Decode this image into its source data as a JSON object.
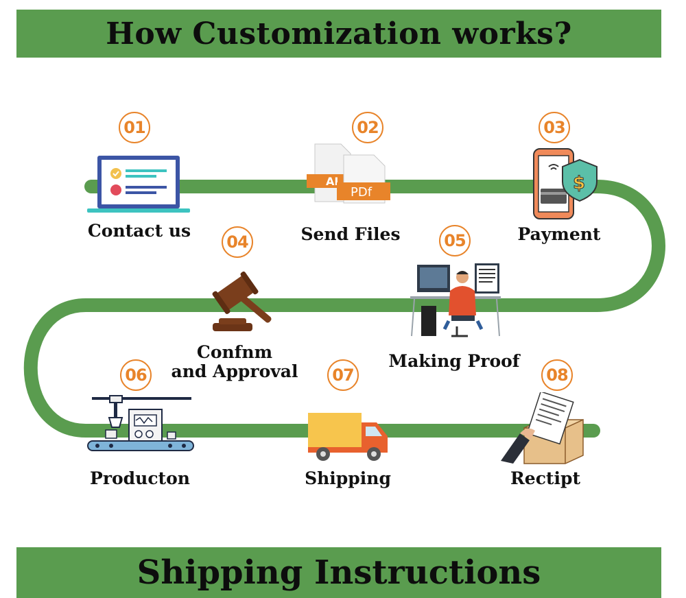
{
  "header": {
    "title": "How Customization works?"
  },
  "footer": {
    "title": "Shipping Instructions"
  },
  "steps": [
    {
      "number": "01",
      "label": "Contact us",
      "icon": "laptop-checklist-icon"
    },
    {
      "number": "02",
      "label": "Send Files",
      "icon": "pdf-ai-files-icon"
    },
    {
      "number": "03",
      "label": "Payment",
      "icon": "phone-payment-shield-icon"
    },
    {
      "number": "04",
      "label_lines": [
        "Confnm",
        "and Approval"
      ],
      "icon": "gavel-icon"
    },
    {
      "number": "05",
      "label": "Making Proof",
      "icon": "designer-at-desk-icon"
    },
    {
      "number": "06",
      "label": "Producton",
      "icon": "production-machine-icon"
    },
    {
      "number": "07",
      "label": "Shipping",
      "icon": "delivery-truck-icon"
    },
    {
      "number": "08",
      "label": "Rectipt",
      "icon": "receipt-package-icon"
    }
  ],
  "colors": {
    "banner_green": "#5a9c4f",
    "path_green": "#5a9c4f",
    "badge_orange": "#e8842a"
  }
}
